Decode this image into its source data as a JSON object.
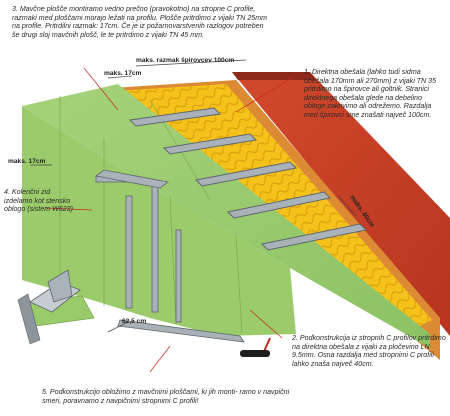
{
  "notes": {
    "note1": "1. Direktna obešala (lahko tudi sidma obešala 170mm ali 270mm) z vijaki TN 35 pritrdimo na špirovce ali goltnik. Stranici direktnega obešala glede na debelino obloge zakrivimo ali odrežemo. Razdalja med špirovci sme znašati največ 100cm.",
    "note2": "2. Podkonstrukcija iz stropnih C profilov pritrdimo na direktna obešala z vijaki za pločevino LN 9.5mm. Osna razdalja med stropnimi C profili lahko znaša največ 40cm.",
    "note3": "3. Mavčne plošče montiramo vedno prečno (pravokotno) na stropne C profile, razmaki med ploščami morajo ležati na profilu. Plošče pritrdimo z vijaki TN 25mm na profile. Pritrdilni razmak: 17cm. Če je iz požarnovarstvenih razlogov potreben še drugi sloj mavčnih plošč, le te pritrdimo z vijaki TN 45 mm.",
    "note4": "4. Kolenčni zid izdelamo kot stensko oblogo (sistem W623)",
    "note5": "5. Podkonstrukcijo obložimo z mavčnimi ploščami, ki jih monti- ramo v navpični smeri, poravnamo z navpičnimi stropnimi C profili!"
  },
  "dimensions": {
    "maks17_top": "maks. 17cm",
    "maks_spirovci": "maks. razmak špirovcev 100cm",
    "maks17_left": "maks. 17cm",
    "maks40": "maks. 40cm",
    "d625": "62,5 cm"
  },
  "colors": {
    "board": "#9acb6a",
    "board_dark": "#7fb357",
    "insulation": "#f4c21a",
    "insulation_pattern": "#e0a510",
    "rafter": "#d97a2a",
    "roof_red": "#c8402a",
    "roof_dark": "#8e2a1c",
    "metal": "#9aa3ab",
    "metal_dark": "#5f666d",
    "leader": "#cc2a1a"
  }
}
